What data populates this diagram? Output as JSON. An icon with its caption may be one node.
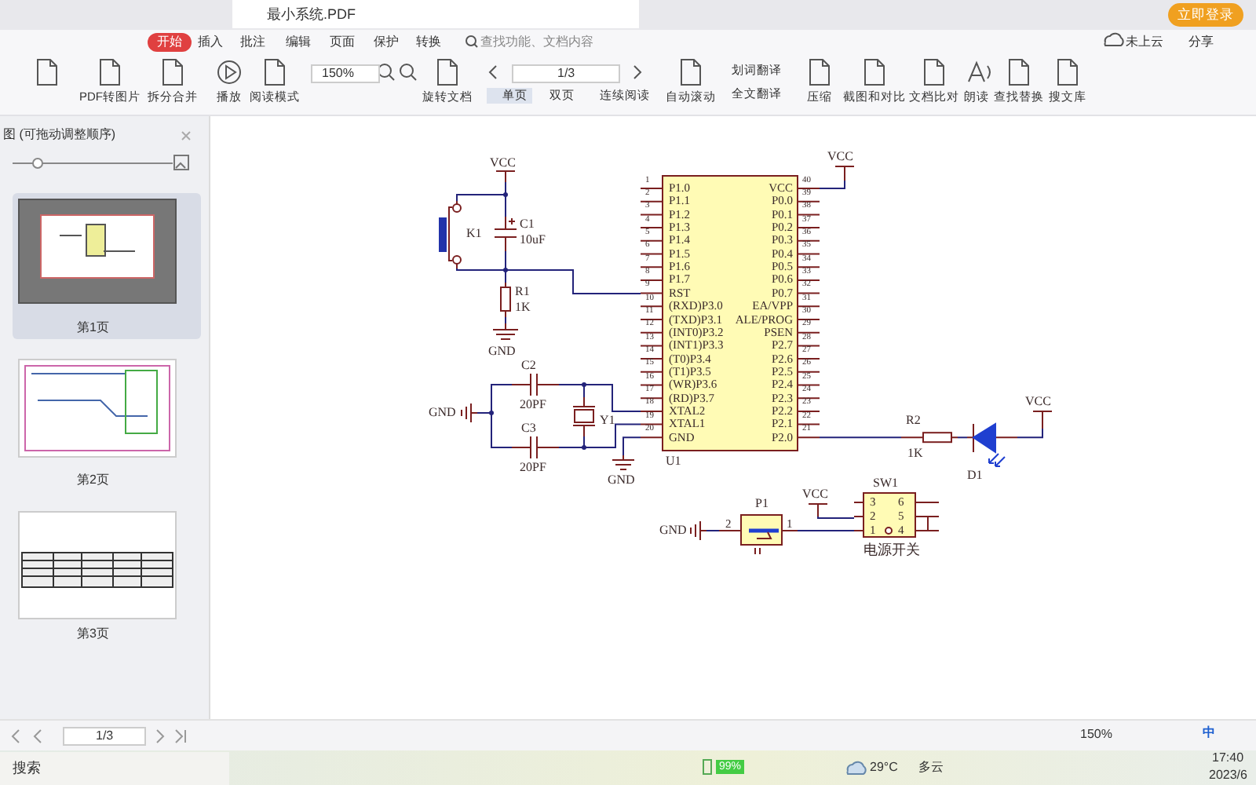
{
  "diagram": {
    "nodes": [
      {
        "text": [
          "P1.0",
          "P1.1",
          "P1.2",
          "P1.3",
          "P1.4",
          "P1.5",
          "P1.6",
          "P1.7",
          "RST",
          "(RXD)P3.0",
          "(TXD)P3.1",
          "(INT0)P3.2",
          "(INT1)P3.3",
          "(T0)P3.4",
          "(T1)P3.5",
          "(WR)P3.6",
          "(RD)P3.7",
          "XTAL2",
          "XTAL1",
          "GND",
          "VCC",
          "P0.0",
          "P0.1",
          "P0.2",
          "P0.3",
          "P0.4",
          "P0.5",
          "P0.6",
          "P0.7",
          "EA/VPP",
          "ALE/PROG",
          "PSEN",
          "P2.7",
          "P2.6",
          "P2.5",
          "P2.4",
          "P2.3",
          "P2.2",
          "P2.1",
          "P2.0",
          "U1"
        ],
        "beside": [
          "1",
          "2",
          "3",
          "4",
          "5",
          "6",
          "7",
          "8",
          "9",
          "10",
          "11",
          "12",
          "13",
          "14",
          "15",
          "16",
          "17",
          "18",
          "19",
          "20",
          "40",
          "39",
          "38",
          "37",
          "36",
          "35",
          "34",
          "33",
          "32",
          "31",
          "30",
          "29",
          "28",
          "27",
          "26",
          "25",
          "24",
          "23",
          "22",
          "21"
        ]
      },
      {
        "text": [
          "VCC"
        ]
      },
      {
        "text": [
          "K1"
        ]
      },
      {
        "text": [
          "C1",
          "10uF"
        ]
      },
      {
        "text": [
          "R1",
          "1K"
        ]
      },
      {
        "text": [
          "GND"
        ]
      },
      {
        "text": [
          "C2",
          "20PF"
        ]
      },
      {
        "text": [
          "C3",
          "20PF"
        ]
      },
      {
        "text": [
          "Y1"
        ]
      },
      {
        "text": [
          "GND"
        ]
      },
      {
        "text": [
          "GND"
        ]
      },
      {
        "text": [
          "VCC"
        ]
      },
      {
        "text": [
          "R2",
          "1K"
        ]
      },
      {
        "text": [
          "D1"
        ]
      },
      {
        "text": [
          "VCC"
        ]
      },
      {
        "text": [
          "GND"
        ]
      },
      {
        "text": [
          "P1",
          "2",
          "1"
        ]
      },
      {
        "text": [
          "VCC"
        ]
      },
      {
        "text": [
          "SW1",
          "3",
          "6",
          "2",
          "5",
          "1",
          "4",
          "电源开关"
        ]
      }
    ],
    "edges": [
      {
        "from": 1,
        "to": 2,
        "arrow": "none"
      },
      {
        "from": 1,
        "to": 3,
        "arrow": "none"
      },
      {
        "from": 3,
        "to": 4,
        "arrow": "none"
      },
      {
        "from": 2,
        "to": 4,
        "arrow": "none"
      },
      {
        "from": 4,
        "to": 0,
        "arrow": "none"
      },
      {
        "from": 4,
        "to": 5,
        "arrow": "none"
      },
      {
        "from": 9,
        "to": 6,
        "arrow": "none"
      },
      {
        "from": 9,
        "to": 7,
        "arrow": "none"
      },
      {
        "from": 6,
        "to": 8,
        "arrow": "none"
      },
      {
        "from": 7,
        "to": 8,
        "arrow": "none"
      },
      {
        "from": 8,
        "to": 0,
        "arrow": "none"
      },
      {
        "from": 8,
        "to": 0,
        "arrow": "none"
      },
      {
        "from": 0,
        "to": 10,
        "arrow": "none"
      },
      {
        "from": 0,
        "to": 11,
        "arrow": "none"
      },
      {
        "from": 0,
        "to": 12,
        "arrow": "none"
      },
      {
        "from": 12,
        "to": 13,
        "arrow": "none"
      },
      {
        "from": 13,
        "to": 14,
        "arrow": "none"
      },
      {
        "from": 15,
        "to": 16,
        "arrow": "none"
      },
      {
        "from": 16,
        "to": 18,
        "arrow": "none"
      },
      {
        "from": 17,
        "to": 18,
        "arrow": "none"
      }
    ],
    "labels": [
      "最小系统.PDF",
      "立即登录",
      "开始",
      "插入",
      "批注",
      "编辑",
      "页面",
      "保护",
      "转换",
      "查找功能、文档内容",
      "未上云",
      "分享",
      "PDF转图片",
      "拆分合并",
      "播放",
      "阅读模式",
      "150%",
      "旋转文档",
      "1/3",
      "单页",
      "双页",
      "连续阅读",
      "自动滚动",
      "划词翻译",
      "全文翻译",
      "压缩",
      "截图和对比",
      "文档比对",
      "朗读",
      "查找替换",
      "搜文库",
      "图 (可拖动调整顺序)",
      "第1页",
      "第2页",
      "第3页",
      "1/3",
      "150%",
      "中",
      "搜索",
      "99%",
      "29°C",
      "多云",
      "17:40",
      "2023/6"
    ]
  }
}
